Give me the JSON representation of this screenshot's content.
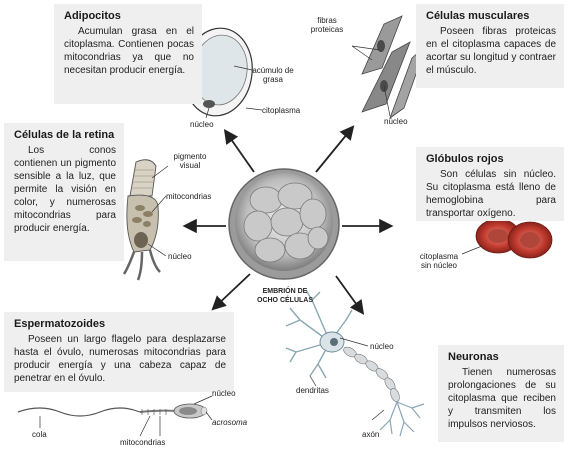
{
  "center": {
    "line1": "EMBRIÓN DE",
    "line2": "OCHO CÉLULAS"
  },
  "colors": {
    "panel": "#efefef",
    "arrow": "#222222",
    "blood": "#c03a2e"
  },
  "boxes": {
    "adipocitos": {
      "title": "Adipocitos",
      "text": "Acumulan grasa en el citoplasma. Contienen pocas mitocondrias ya que no necesitan producir energía."
    },
    "musculares": {
      "title": "Células musculares",
      "text": "Poseen fibras proteicas en el citoplasma capaces de acortar su longitud y contraer el músculo."
    },
    "retina": {
      "title": "Células de la retina",
      "text": "Los conos contienen un pigmento sensible a la luz, que permite la visión en color, y numerosas mitocondrias para producir energía."
    },
    "globulos": {
      "title": "Glóbulos rojos",
      "text": "Son células sin núcleo. Su citoplasma está lleno de hemoglobina para transportar oxígeno."
    },
    "esperma": {
      "title": "Espermatozoides",
      "text": "Poseen un largo flagelo para desplazarse hasta el óvulo, numerosas mitocondrias para producir energía y una cabeza capaz de penetrar en el óvulo."
    },
    "neuronas": {
      "title": "Neuronas",
      "text": "Tienen numerosas prolongaciones de su citoplasma que reciben y transmiten los impulsos nerviosos."
    }
  },
  "labels": {
    "acumulo": "acúmulo de grasa",
    "citoplasma": "citoplasma",
    "nucleo_adip": "núcleo",
    "fibras": "fibras proteicas",
    "nucleo_musc": "núcleo",
    "pigmento": "pigmento visual",
    "mito_retina": "mitocondrias",
    "nucleo_retina": "núcleo",
    "cito_sin": "citoplasma sin núcleo",
    "nucleo_esp": "núcleo",
    "acrosoma": "acrosoma",
    "cola": "cola",
    "mito_esp": "mitocondrias",
    "nucleo_neu": "núcleo",
    "dendritas": "dendritas",
    "axon": "axón"
  }
}
